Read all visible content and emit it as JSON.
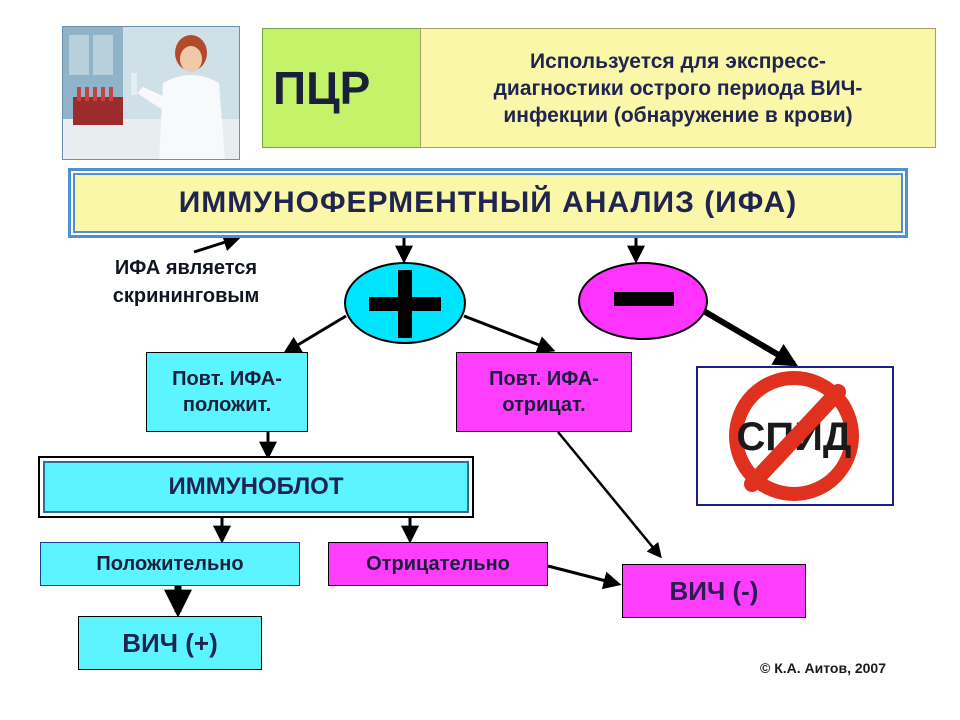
{
  "pcr": {
    "label": "ПЦР",
    "description": "Используется для экспресс-\nдиагностики острого периода ВИЧ-\nинфекции (обнаружение в крови)"
  },
  "ifa": {
    "title": "ИММУНОФЕРМЕНТНЫЙ АНАЛИЗ (ИФА)",
    "screening_note": "ИФА является\nскрининговым"
  },
  "results": {
    "repeat_positive": "Повт. ИФА-\nположит.",
    "repeat_negative": "Повт. ИФА-\nотрицат."
  },
  "immunoblot": {
    "title": "ИММУНОБЛОТ",
    "positive": "Положительно",
    "negative": "Отрицательно"
  },
  "outcomes": {
    "hiv_positive": "ВИЧ (+)",
    "hiv_negative": "ВИЧ (-)"
  },
  "aids_sign": {
    "text": "СПИД"
  },
  "credit": "© К.А. Аитов, 2007",
  "colors": {
    "pcr_green": "#c4f36a",
    "pale_yellow": "#fbf7a9",
    "cyan": "#5cf5ff",
    "magenta": "#ff3dff",
    "border_blue": "#4f8fd6"
  }
}
